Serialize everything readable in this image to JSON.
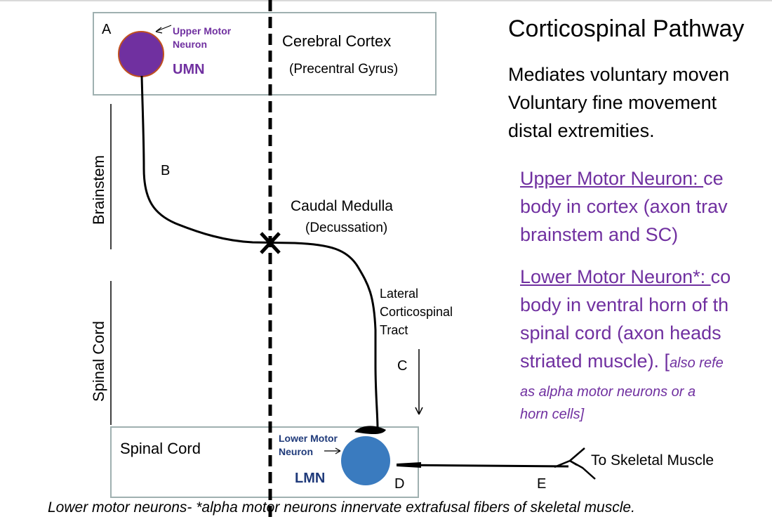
{
  "title": "Corticospinal Pathway",
  "intro": {
    "line1": "Mediates voluntary moven",
    "line2": "Voluntary fine movement",
    "line3": "distal extremities."
  },
  "umn_def": {
    "term": "Upper Motor Neuron: ",
    "line1_rest": "ce",
    "line2": "body in cortex (axon trav",
    "line3": "brainstem and SC)"
  },
  "lmn_def": {
    "term": "Lower Motor Neuron*: ",
    "line1_rest": "co",
    "line2": "body in ventral horn of th",
    "line3": "spinal cord (axon heads",
    "line4_plain": "striated muscle). [",
    "line4_ital": "also refe",
    "line5": "as alpha motor neurons  or a",
    "line6": "horn cells]"
  },
  "diagram": {
    "label_A": "A",
    "label_B": "B",
    "label_C": "C",
    "label_D": "D",
    "label_E": "E",
    "upper_motor_neuron": "Upper Motor\nNeuron",
    "umn_line1": "Upper Motor",
    "umn_line2": "Neuron",
    "umn_abbrev": "UMN",
    "cerebral_cortex": "Cerebral Cortex",
    "precentral_gyrus": "(Precentral Gyrus)",
    "brainstem": "Brainstem",
    "spinal_cord_side": "Spinal Cord",
    "caudal_medulla": "Caudal  Medulla",
    "decussation": "(Decussation)",
    "lct_line1": "Lateral",
    "lct_line2": "Corticospinal",
    "lct_line3": "Tract",
    "spinal_cord_box": "Spinal Cord",
    "lmn_line1": "Lower Motor",
    "lmn_line2": "Neuron",
    "lmn_abbrev": "LMN",
    "to_skeletal_muscle": "To Skeletal Muscle"
  },
  "footnote": "Lower motor neurons-  *alpha motor neurons innervate extrafusal fibers of skeletal muscle.",
  "colors": {
    "umn_fill": "#7030a0",
    "umn_border": "#c05020",
    "lmn_fill": "#3a7bbf",
    "box_border": "#9fb0b0",
    "purple_text": "#7030a0",
    "navy_text": "#1f3a7a"
  }
}
